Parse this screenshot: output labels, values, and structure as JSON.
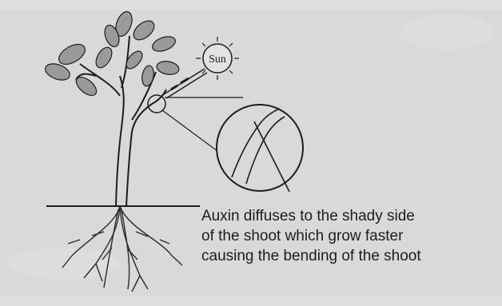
{
  "diagram": {
    "sun_label": "Sun",
    "caption_lines": [
      "Auxin diffuses to the shady side",
      "of the shoot which grow faster",
      "causing the bending of the shoot"
    ]
  },
  "colors": {
    "background": "#d9d9d9",
    "ink": "#1d1d1d",
    "leaf_fill": "#9a9a9a",
    "root_ink": "#2a2a2a"
  },
  "icons": [
    "sun-icon",
    "magnifier-circle",
    "plant-illustration",
    "roots-illustration"
  ]
}
